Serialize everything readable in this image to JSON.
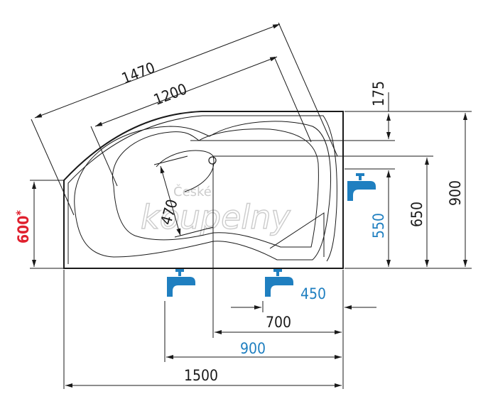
{
  "dimensions": {
    "diag_outer": "1470",
    "diag_inner": "1200",
    "top_small": "175",
    "height_total": "900",
    "height_650": "650",
    "height_550": "550",
    "bowl_470": "470",
    "left_600": "600",
    "left_600_mark": "*",
    "bottom_450": "450",
    "bottom_700": "700",
    "bottom_900": "900",
    "bottom_1500": "1500"
  },
  "watermark": {
    "line1": "České",
    "line2": "koupelny"
  },
  "colors": {
    "line": "#1a1a1a",
    "accent_blue": "#1f7fc0",
    "accent_red": "#e0202e",
    "watermark": "#c9c9c9"
  },
  "icons": [
    "tap-icon"
  ]
}
